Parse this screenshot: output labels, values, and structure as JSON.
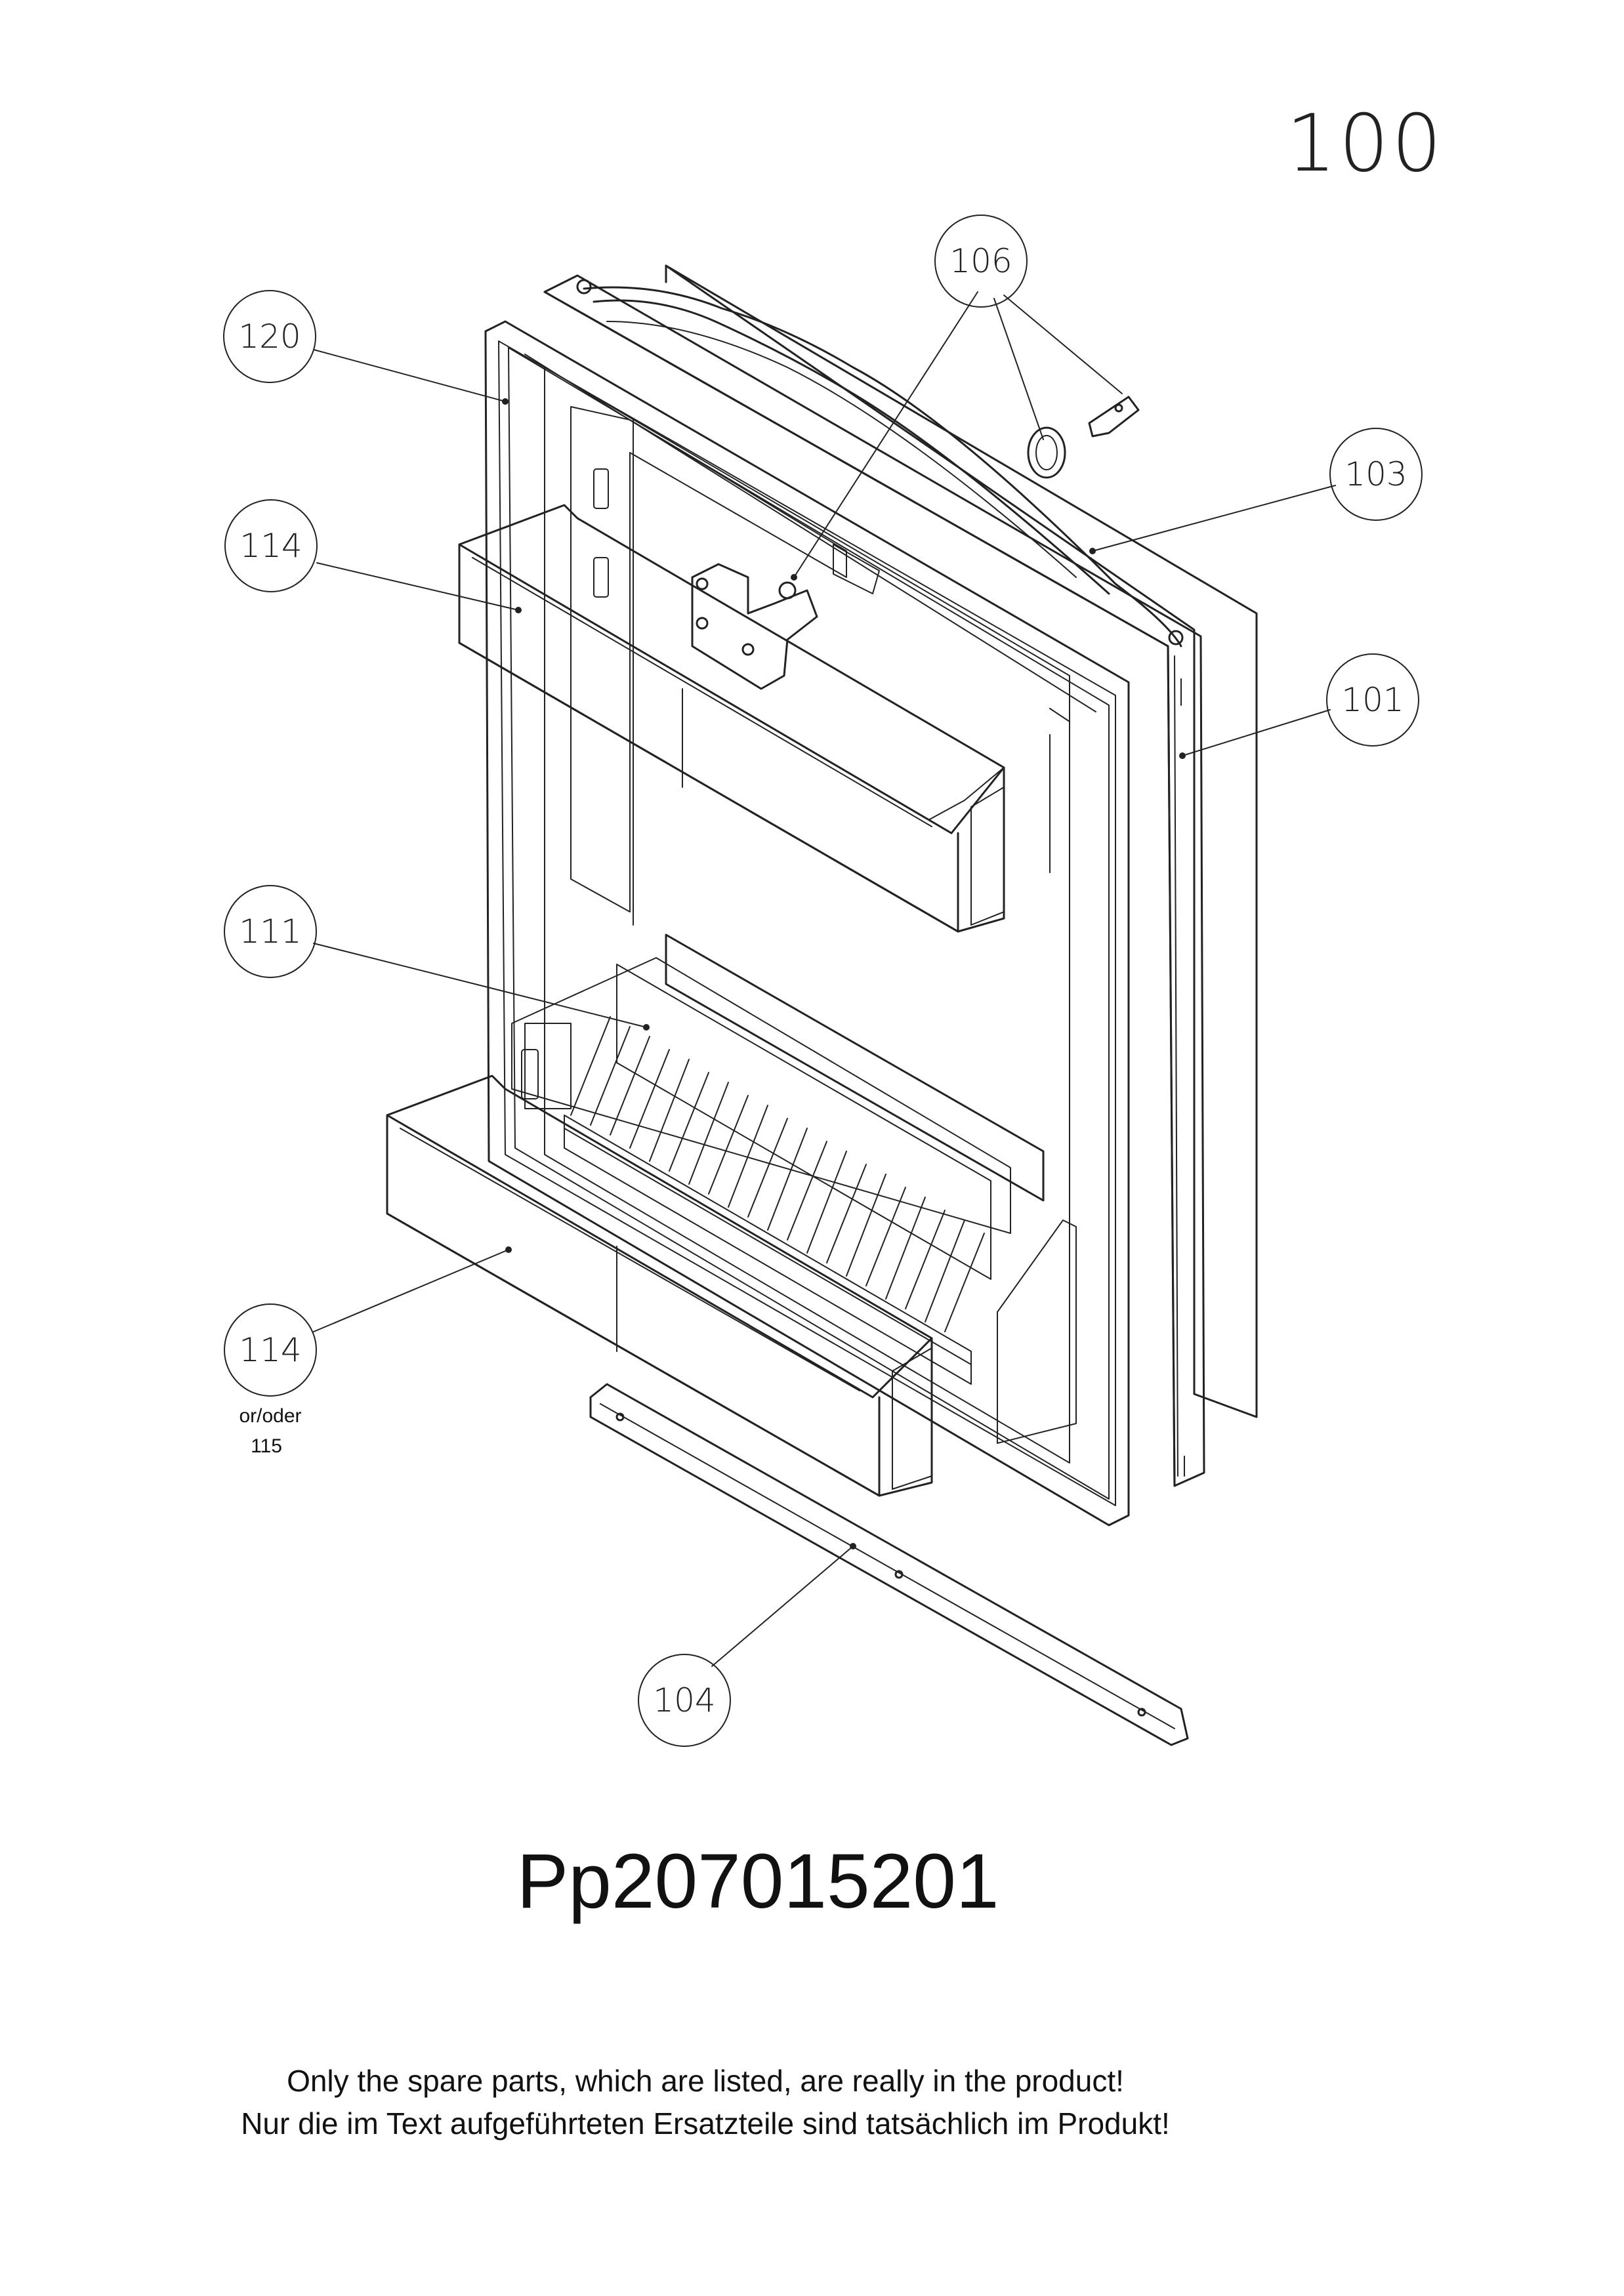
{
  "page_number": "100",
  "callouts": [
    {
      "id": "c120",
      "label": "120"
    },
    {
      "id": "c106",
      "label": "106"
    },
    {
      "id": "c103",
      "label": "103"
    },
    {
      "id": "c114a",
      "label": "114"
    },
    {
      "id": "c101",
      "label": "101"
    },
    {
      "id": "c111",
      "label": "111"
    },
    {
      "id": "c114b",
      "label": "114",
      "sub": [
        "or/oder",
        "115"
      ]
    },
    {
      "id": "c104",
      "label": "104"
    }
  ],
  "part_number": "Pp207015201",
  "notes": {
    "en": "Only the spare parts, which are listed, are really in the product!",
    "de": "Nur die im Text aufgeführteten Ersatzteile sind tatsächlich im Produkt!"
  }
}
